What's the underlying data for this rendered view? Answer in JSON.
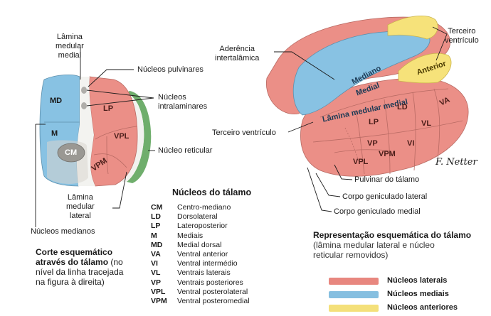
{
  "section_labels": {
    "lamina_medial": [
      "Lâmina",
      "medular",
      "medial"
    ],
    "pulvinar_nuclei": "Núcleos pulvinares",
    "intralaminar": [
      "Núcleos",
      "intralaminares"
    ],
    "reticular": "Núcleo reticular",
    "lamina_lateral": [
      "Lâmina",
      "medular",
      "lateral"
    ],
    "median_nuclei": "Núcleos medianos"
  },
  "section_regions": {
    "MD": "MD",
    "M": "M",
    "CM": "CM",
    "LP": "LP",
    "VPL": "VPL",
    "VPM": "VPM"
  },
  "caption_left": {
    "title_lines": [
      "Corte esquemático",
      "através do tálamo"
    ],
    "paren_first": "(no",
    "rest_lines": [
      "nível da linha tracejada",
      "na figura à direita)"
    ]
  },
  "legend": {
    "title": "Núcleos do tálamo",
    "items": [
      {
        "abbr": "CM",
        "name": "Centro-mediano"
      },
      {
        "abbr": "LD",
        "name": "Dorsolateral"
      },
      {
        "abbr": "LP",
        "name": "Lateroposterior"
      },
      {
        "abbr": "M",
        "name": "Mediais"
      },
      {
        "abbr": "MD",
        "name": "Medial dorsal"
      },
      {
        "abbr": "VA",
        "name": "Ventral anterior"
      },
      {
        "abbr": "VI",
        "name": "Ventral intermédio"
      },
      {
        "abbr": "VL",
        "name": "Ventrais laterais"
      },
      {
        "abbr": "VP",
        "name": "Ventrais posteriores"
      },
      {
        "abbr": "VPL",
        "name": "Ventral posterolateral"
      },
      {
        "abbr": "VPM",
        "name": "Ventral posteromedial"
      }
    ]
  },
  "threed_labels": {
    "third_ventricle_top": [
      "Terceiro",
      "ventrículo"
    ],
    "interthalamic": [
      "Aderência",
      "intertalâmica"
    ],
    "third_ventricle_left": "Terceiro ventrículo",
    "pulvinar": "Pulvinar do tálamo",
    "lateral_geniculate": "Corpo geniculado lateral",
    "medial_geniculate": "Corpo geniculado medial",
    "region_mediano": "Mediano",
    "region_medial": "Medial",
    "region_lamina": "Lâmina medular medial",
    "region_anterior": "Anterior",
    "region_LD": "LD",
    "region_LP": "LP",
    "region_VL": "VL",
    "region_VA": "VA",
    "region_VP": "VP",
    "region_VPL": "VPL",
    "region_VPM": "VPM",
    "region_VI": "VI",
    "signature": "F. Netter"
  },
  "caption_right": {
    "title": "Representação esquemática do tálamo",
    "sub_lines": [
      "(lâmina medular lateral e núcleo",
      "reticular removidos)"
    ]
  },
  "color_key": [
    {
      "label": "Núcleos laterais",
      "color": "#e8877f"
    },
    {
      "label": "Núcleos mediais",
      "color": "#86bfe0"
    },
    {
      "label": "Núcleos anteriores",
      "color": "#f4e07a"
    }
  ],
  "colors": {
    "lateral": "#eb8f87",
    "medial": "#88c2e3",
    "anterior": "#f6e27a",
    "reticular": "#6fae6c",
    "cm": "#9a9893"
  }
}
